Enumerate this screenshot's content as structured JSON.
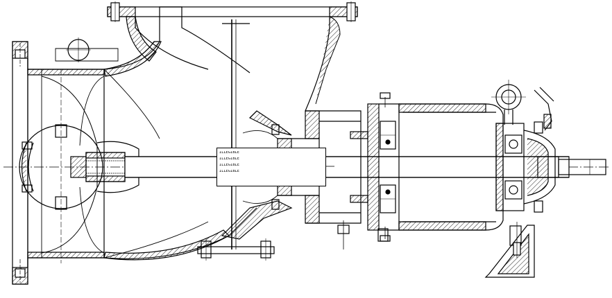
{
  "drawing": {
    "type": "pump sectional assembly drawing",
    "view": "longitudinal cross-section",
    "colors": {
      "line": "#000000",
      "hatch": "#000000",
      "background": "#ffffff",
      "centerline": "#000000"
    }
  },
  "note_box": {
    "lines": [
      "ILLEGIBLE",
      "ILLEGIBLE",
      "ILLEGIBLE",
      "ILLEGIBLE"
    ]
  }
}
